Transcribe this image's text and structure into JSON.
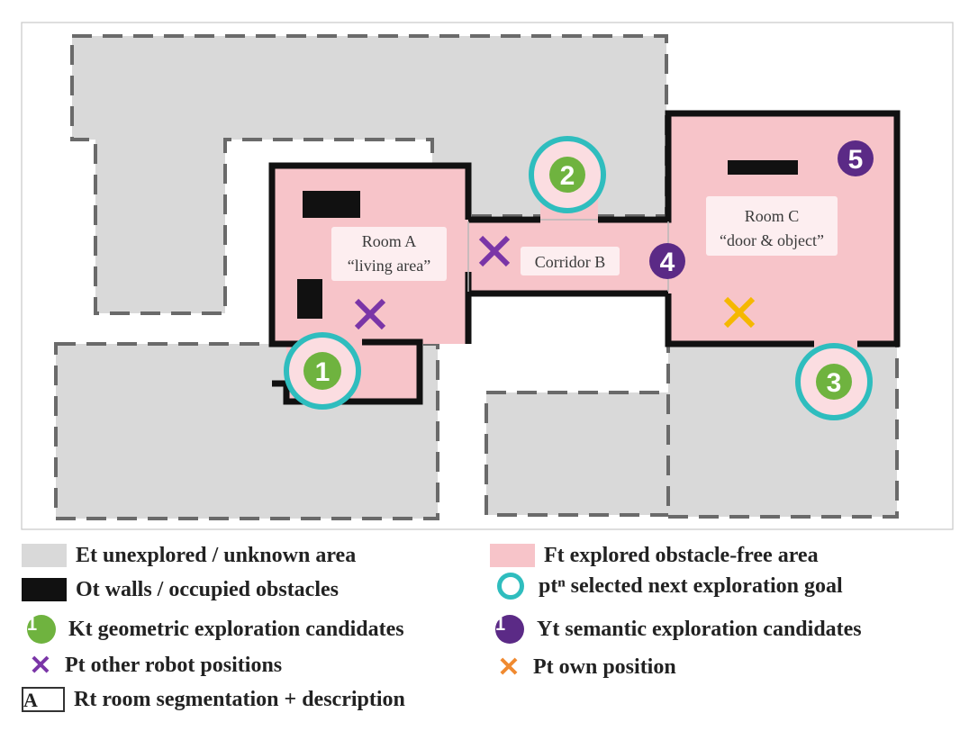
{
  "rooms": [
    {
      "name": "Room A",
      "description": "“living area”"
    },
    {
      "name": "Corridor B",
      "description": ""
    },
    {
      "name": "Room C",
      "description": "“door & object”"
    }
  ],
  "geometric_candidates": [
    "1",
    "2",
    "3"
  ],
  "semantic_candidates": [
    "4",
    "5"
  ],
  "colors": {
    "unexplored": "#d9d9d9",
    "explored": "#f7c4c9",
    "walls": "#111111",
    "goal_ring": "#2fbdbe",
    "geometric": "#6fb33f",
    "semantic": "#5b2a86",
    "other_robot": "#7a35a7",
    "own_position": "#f5b800"
  },
  "legend": {
    "unexplored": "Et  unexplored / unknown area",
    "walls": "Ot  walls / occupied obstacles",
    "geometric": "Kt  geometric exploration candidates",
    "other_robot": "Pt  other robot positions",
    "room_segmentation": "Rt  room segmentation + description",
    "explored": "Ft  explored obstacle-free area",
    "goal": "ptⁿ  selected next exploration goal",
    "semantic": "Yt  semantic exploration candidates",
    "own_position": "Pt  own position",
    "geometric_sample": "1",
    "semantic_sample": "1",
    "room_box": "A",
    "x_glyph": "✕"
  }
}
